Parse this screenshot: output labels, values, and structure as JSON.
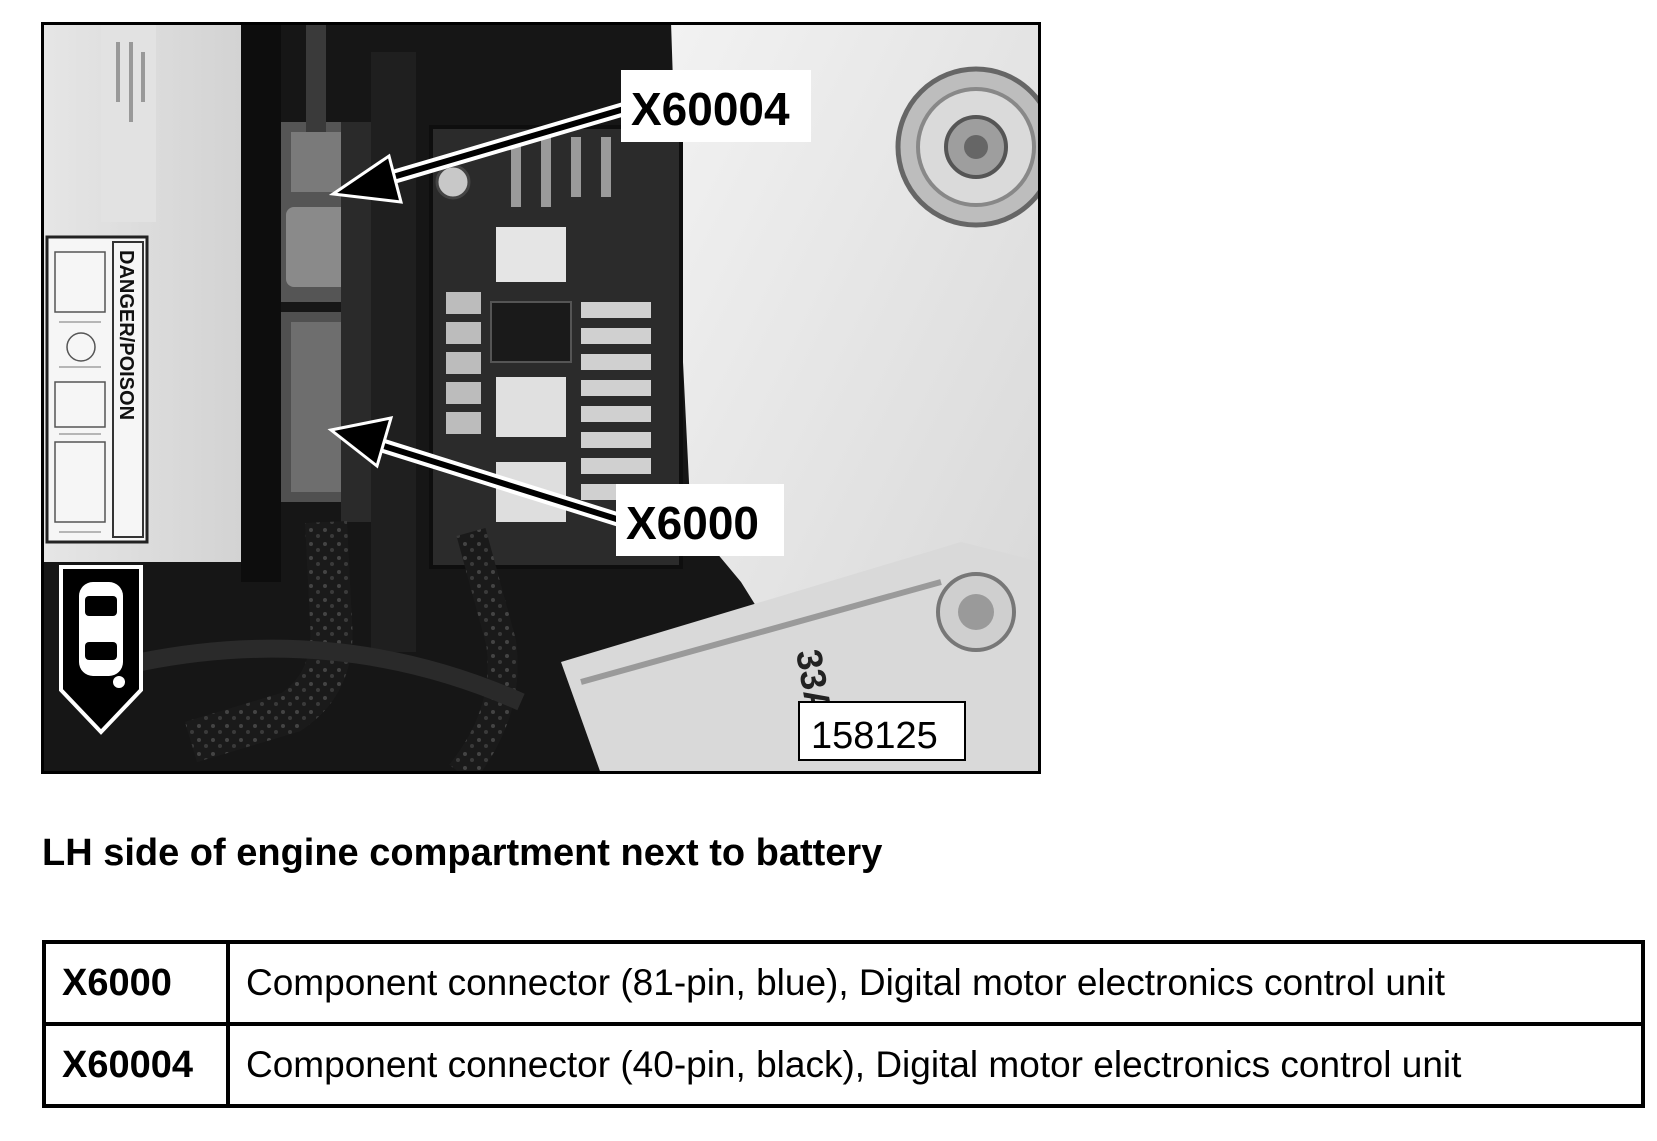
{
  "figure": {
    "image_number": "158125",
    "callouts": [
      {
        "id": "X60004"
      },
      {
        "id": "X6000"
      }
    ],
    "sticker_text": "DANGER/POISON",
    "part_marking": "33A",
    "icon": "car-location-icon"
  },
  "caption": "LH side of engine compartment next to battery",
  "legend": {
    "rows": [
      {
        "code": "X6000",
        "description": "Component connector (81-pin, blue), Digital motor electronics control unit"
      },
      {
        "code": "X60004",
        "description": "Component connector (40-pin, black), Digital motor electronics control unit"
      }
    ]
  },
  "colors": {
    "ink": "#000000",
    "paper": "#ffffff"
  }
}
